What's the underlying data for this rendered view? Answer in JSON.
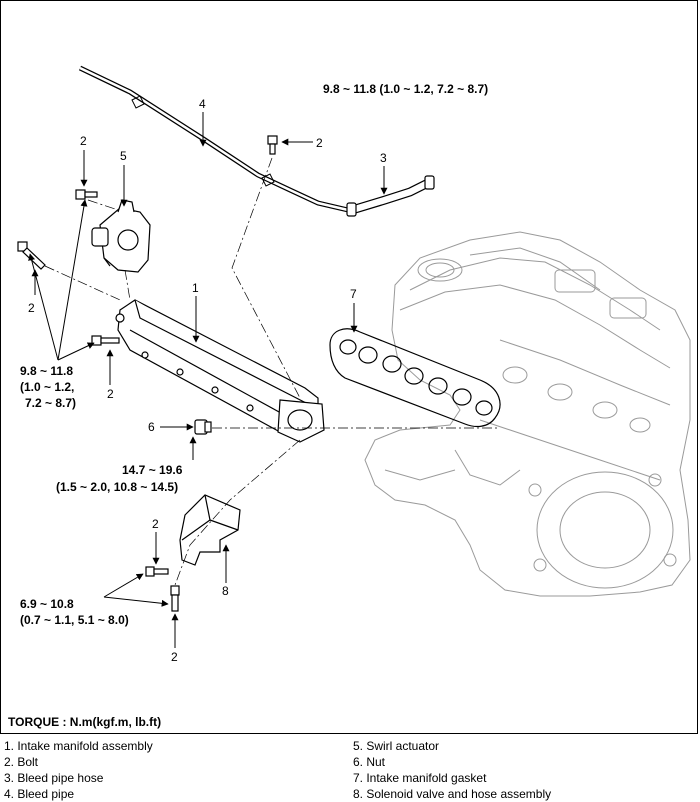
{
  "callouts": {
    "n1": "1",
    "n2a": "2",
    "n2b": "2",
    "n2c": "2",
    "n2d": "2",
    "n2e": "2",
    "n2f": "2",
    "n3": "3",
    "n4": "4",
    "n5": "5",
    "n6": "6",
    "n7": "7",
    "n8": "8"
  },
  "torques": {
    "top": "9.8 ~ 11.8 (1.0 ~ 1.2, 7.2 ~ 8.7)",
    "left_l1": "9.8 ~ 11.8",
    "left_l2": "(1.0 ~ 1.2,",
    "left_l3": "7.2 ~ 8.7)",
    "mid_l1": "14.7 ~ 19.6",
    "mid_l2": "(1.5 ~ 2.0, 10.8 ~ 14.5)",
    "bottom_l1": "6.9 ~ 10.8",
    "bottom_l2": "(0.7 ~ 1.1, 5.1 ~ 8.0)"
  },
  "caption": "TORQUE : N.m(kgf.m, lb.ft)",
  "legend_left": [
    "1. Intake manifold assembly",
    "2. Bolt",
    "3. Bleed pipe hose",
    "4. Bleed pipe"
  ],
  "legend_right": [
    "5. Swirl actuator",
    "6. Nut",
    "7. Intake manifold gasket",
    "8. Solenoid valve and hose assembly"
  ]
}
